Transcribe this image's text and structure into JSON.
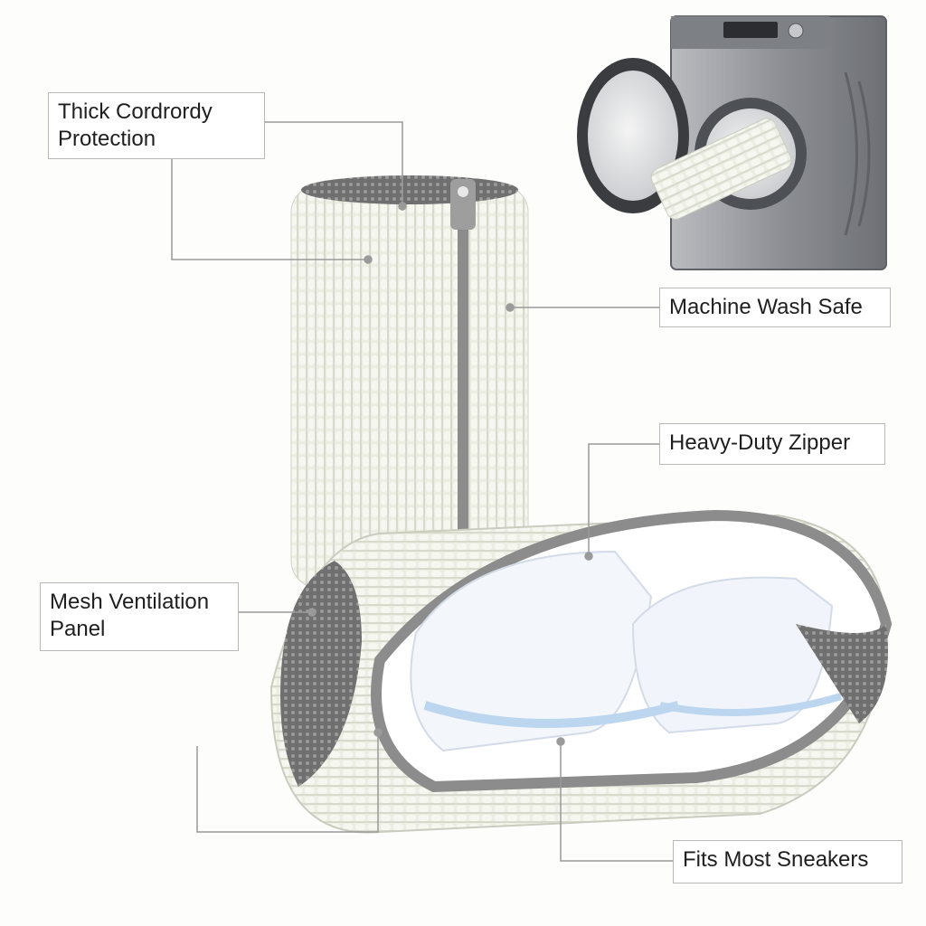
{
  "callouts": {
    "thick_corduroy": {
      "line1": "Thick Cordrordy",
      "line2": "Protection"
    },
    "machine_wash": {
      "text": "Machine Wash Safe"
    },
    "zipper": {
      "text": "Heavy-Duty Zipper"
    },
    "mesh_panel": {
      "line1": "Mesh Ventilation",
      "line2": "Panel"
    },
    "fits_sneakers": {
      "text": "Fits Most Sneakers"
    }
  },
  "colors": {
    "fabric": "#eceee3",
    "fabric_shadow": "#d9dccf",
    "zipper_trim": "#8c8c8c",
    "mesh": "#6e6e6e",
    "washer_body": "#8a8c90",
    "leader_line": "#9a9a9a"
  }
}
